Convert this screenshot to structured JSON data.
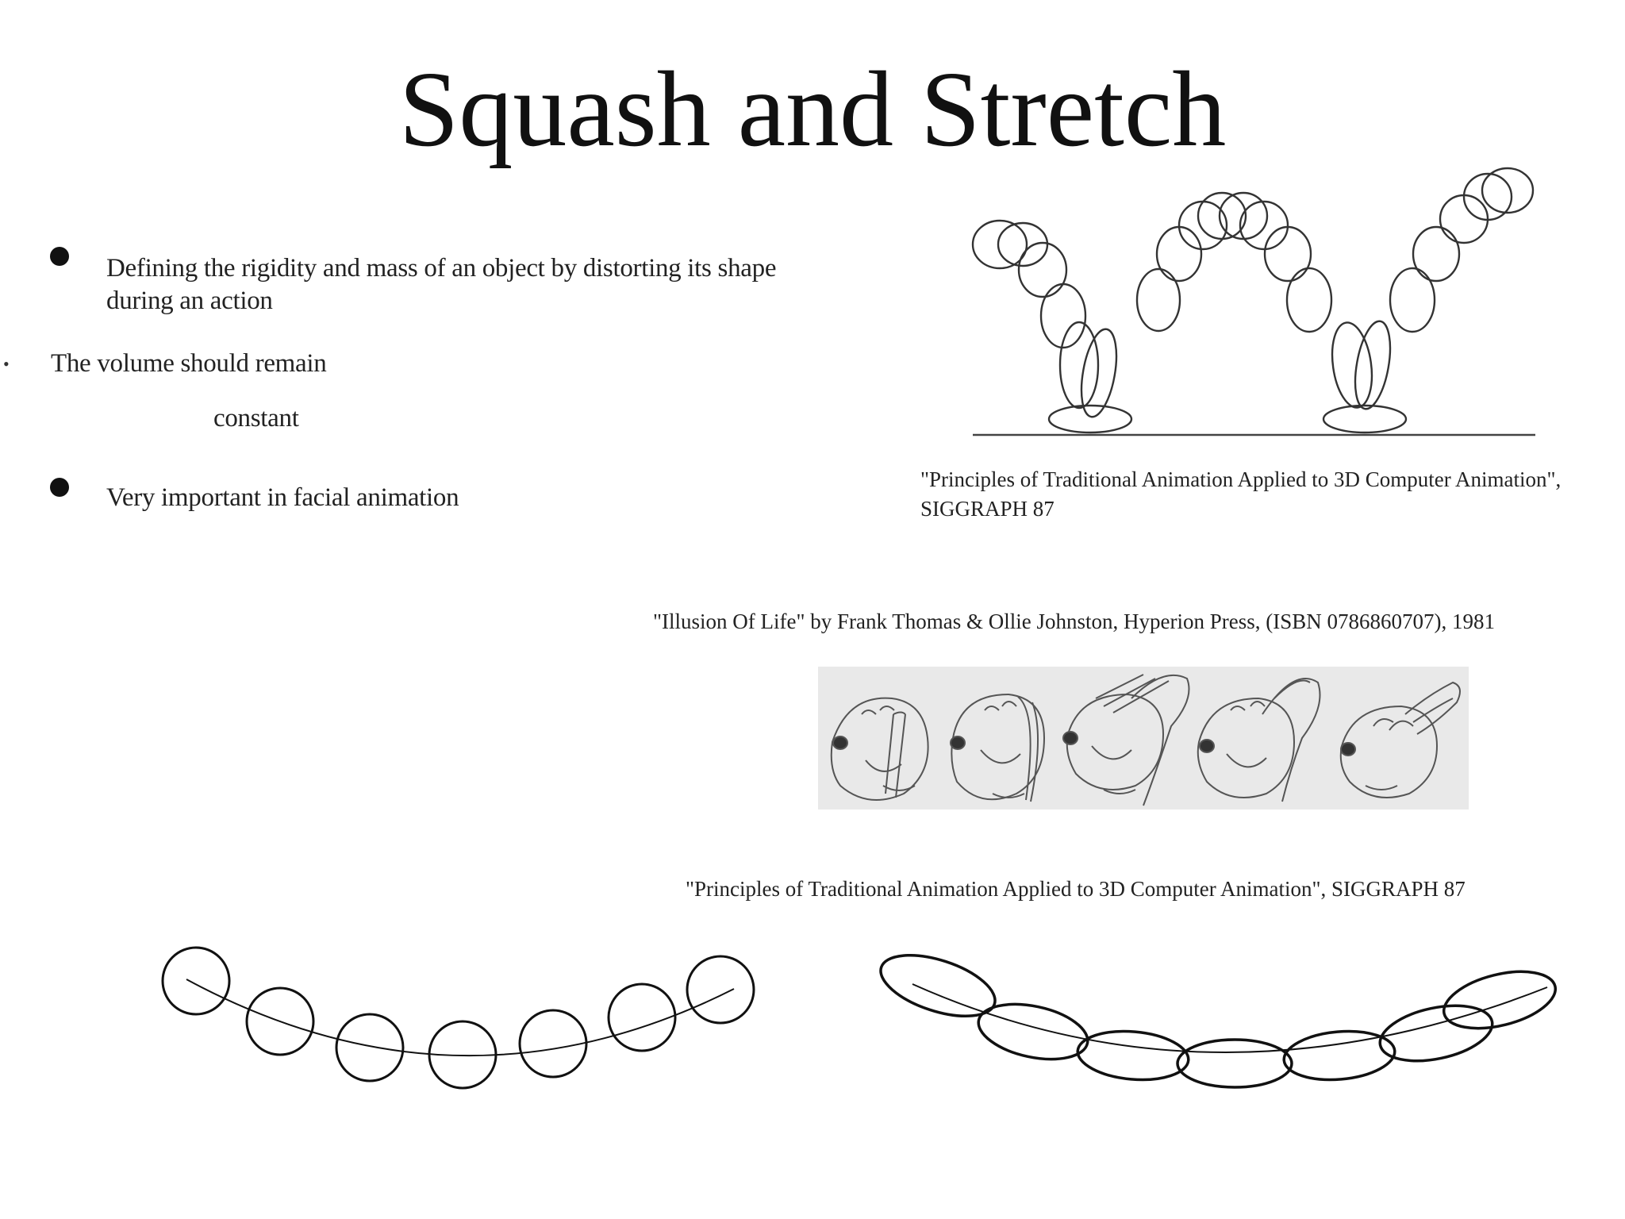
{
  "slide": {
    "title": "Squash and Stretch"
  },
  "bullets": [
    {
      "text_line1": "Defining  the rigidity  and mass  of an object by distorting  its shape",
      "text_line2": "during  an action"
    },
    {
      "text_line1": "The  volume   should  remain",
      "text_line2": "constant"
    },
    {
      "text_line1": "Very important  in  facial animation"
    }
  ],
  "captions": {
    "siggraph_top_line1": "\"Principles  of Traditional Animation  Applied to 3D Computer  Animation\",",
    "siggraph_top_line2": "SIGGRAPH   87",
    "illusion_of_life": "\"Illusion Of Life\"  by Frank  Thomas  & Ollie  Johnston, Hyperion Press, (ISBN  0786860707),   1981",
    "siggraph_bottom": "\"Principles  of Traditional  Animation  Applied to 3D  Computer  Animation\",  SIGGRAPH   87"
  },
  "figures": {
    "bouncing_ball": "bouncing-ball-drawing",
    "pluto_sequence": "pluto-face-sketches",
    "rigid_ball_arc": "rigid-circles-arc",
    "squashed_ball_arc": "stretched-ellipses-arc"
  }
}
